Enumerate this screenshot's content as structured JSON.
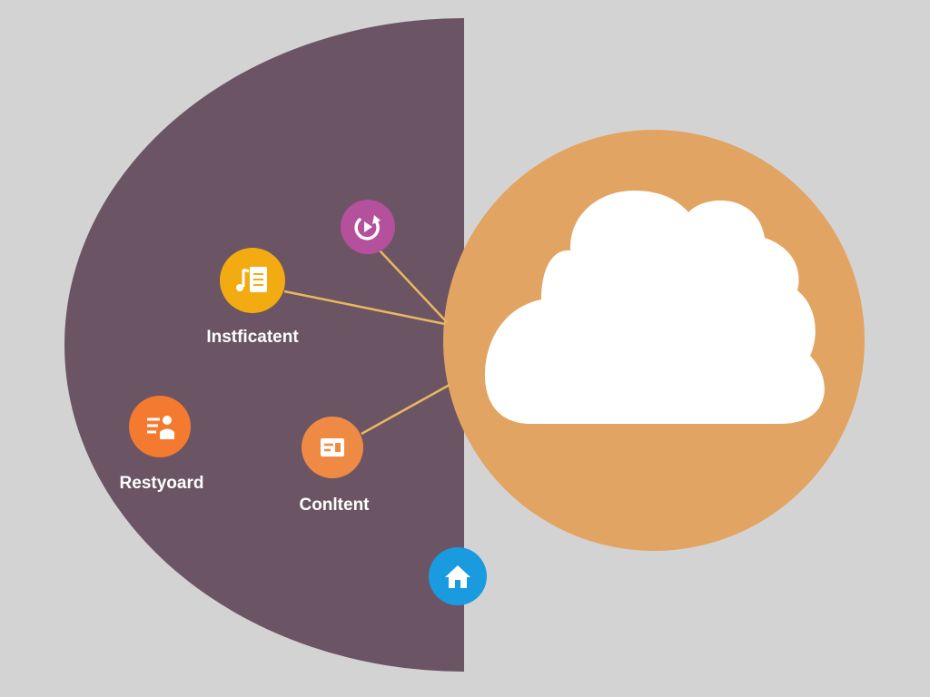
{
  "colors": {
    "background": "#d4d3d4",
    "half_disc": "#6b5464",
    "cloud_circle": "#e2a462",
    "cloud": "#ffffff",
    "connector": "#e8b85e",
    "node_magenta": "#b4509c",
    "node_yellow": "#f2ac12",
    "node_orange": "#f47a30",
    "node_orange_light": "#ef8a45",
    "node_blue": "#1a9be0"
  },
  "nodes": {
    "top": {
      "icon": "refresh-play-icon",
      "label": ""
    },
    "upper": {
      "icon": "music-document-icon",
      "label": "Instficatent"
    },
    "left": {
      "icon": "dashboard-person-icon",
      "label": "Restyoard"
    },
    "lower": {
      "icon": "content-box-icon",
      "label": "Conltent"
    },
    "bottom": {
      "icon": "home-icon",
      "label": ""
    }
  },
  "cloud": {
    "icon": "cloud-icon"
  }
}
